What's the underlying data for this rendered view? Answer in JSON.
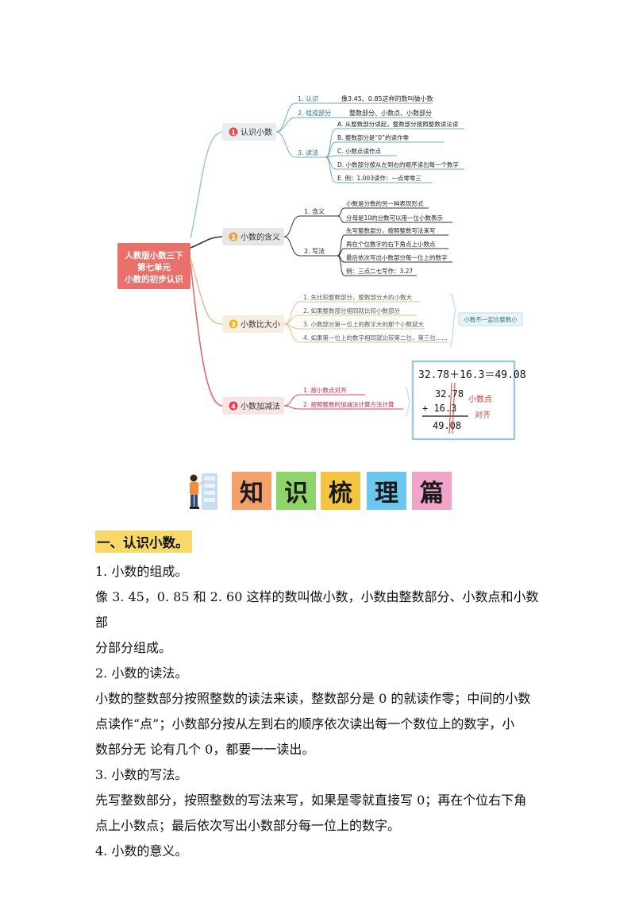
{
  "mindmap": {
    "root": [
      "人教版小数三下",
      "第七单元",
      "小数的初步认识"
    ],
    "branches": [
      {
        "num": "1",
        "title": "认识小数",
        "color": "#e74c4c",
        "items": [
          {
            "label": "1. 认识",
            "note": "像3.45、0.85这样的数叫做小数"
          },
          {
            "label": "2. 组成部分",
            "note": "整数部分、小数点、小数部分"
          },
          {
            "label": "3. 读法",
            "subs": [
              "A. 从整数部分读起，整数部分按照整数读法读",
              "B. 整数部分是“0”的读作零",
              "C. 小数点读作点",
              "D. 小数部分按从左到右的顺序读出每一个数字",
              "E. 例：1.003读作：一点零零三"
            ]
          }
        ]
      },
      {
        "num": "2",
        "title": "小数的含义",
        "color": "#e8a23c",
        "items": [
          {
            "label": "1. 含义",
            "subs": [
              "小数是分数的另一种表现形式",
              "分母是10的分数可以用一位小数表示"
            ]
          },
          {
            "label": "2. 写法",
            "subs": [
              "先写整数部分，按照整数写法来写",
              "再在个位数字的右下角点上小数点",
              "最后依次写出小数部分每一位上的数字",
              "例：三点二七写作：3.27"
            ]
          }
        ]
      },
      {
        "num": "3",
        "title": "小数比大小",
        "color": "#f0b429",
        "items": [
          {
            "label": "1. 先比较整数部分，整数部分大的小数大"
          },
          {
            "label": "2. 如果整数部分相同就比较小数部分"
          },
          {
            "label": "3. 小数部分第一位上的数字大的那个小数就大"
          },
          {
            "label": "4. 如果第一位上的数字相同就比较第二位，第三位……"
          }
        ],
        "summary": "小数不一定比整数小"
      },
      {
        "num": "4",
        "title": "小数加减法",
        "color": "#e03c50",
        "items": [
          {
            "label": "1. 按小数点对齐"
          },
          {
            "label": "2. 按照整数的加减法计算方法计算"
          }
        ],
        "example": {
          "equation": "32.78＋16.3＝49.08",
          "line1": "32.78",
          "line2": "+ 16.3",
          "result": "49.08",
          "note1": "小数点",
          "note2": "对齐"
        }
      }
    ]
  },
  "banner": {
    "chars": [
      "知",
      "识",
      "梳",
      "理",
      "篇"
    ],
    "colors": [
      "#f3a06a",
      "#8fd46a",
      "#f5c542",
      "#6cc7ee",
      "#f2a3c8"
    ]
  },
  "content": {
    "section_title": "一、认识小数。",
    "paragraphs": [
      "1.  小数的组成。",
      "像 3. 45，0. 85 和 2. 60 这样的数叫做小数，小数由整数部分、小数点和小数部",
      "分部分组成。",
      "2.  小数的读法。",
      "小数的整数部分按照整数的读法来读，整数部分是 0 的就读作零；中间的小数",
      "点读作“点”；小数部分按从左到右的顺序依次读出每一个数位上的数字，小",
      "数部分无  论有几个 0，都要一一读出。",
      "3.  小数的写法。",
      "先写整数部分，按照整数的写法来写，如果是零就直接写 0；再在个位右下角",
      "点上小数点；最后依次写出小数部分每一位上的数字。",
      "4.  小数的意义。"
    ]
  }
}
